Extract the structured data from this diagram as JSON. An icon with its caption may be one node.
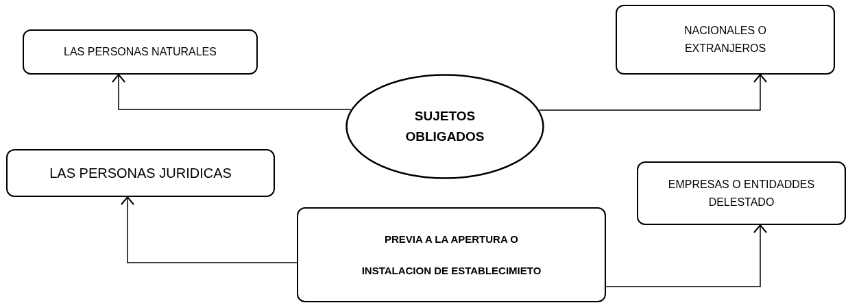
{
  "diagram": {
    "nodes": [
      {
        "text": [
          "LAS PERSONAS NATURALES"
        ]
      },
      {
        "text": [
          "NACIONALES O EXTRANJEROS"
        ]
      },
      {
        "text": [
          "SUJETOS OBLIGADOS"
        ]
      },
      {
        "text": [
          "LAS PERSONAS JURIDICAS"
        ]
      },
      {
        "text": [
          "EMPRESAS O ENTIDADDES DELESTADO"
        ]
      },
      {
        "text": [
          "PREVIA A LA APERTURA O",
          "INSTALACION DE ESTABLECIMIETO"
        ]
      }
    ],
    "edges": [
      {
        "from": 2,
        "to": 0,
        "arrow": "to"
      },
      {
        "from": 2,
        "to": 1,
        "arrow": "to"
      },
      {
        "from": 5,
        "to": 3,
        "arrow": "to"
      },
      {
        "from": 5,
        "to": 4,
        "arrow": "to"
      }
    ]
  }
}
